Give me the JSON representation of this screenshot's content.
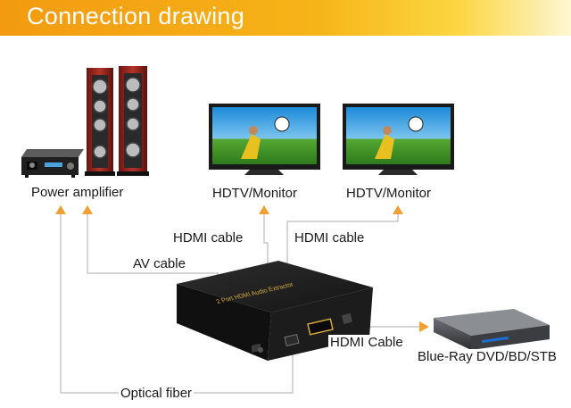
{
  "banner": {
    "title": "Connection drawing"
  },
  "devices": {
    "amplifier": "Power amplifier",
    "monitor_left": "HDTV/Monitor",
    "monitor_right": "HDTV/Monitor",
    "player": "Blue-Ray DVD/BD/STB",
    "extractor_caption": "2 Port HDMI Audio Extractor"
  },
  "cables": {
    "hdmi_left": "HDMI cable",
    "hdmi_right": "HDMI cable",
    "av": "AV cable",
    "hdmi_out": "HDMI Cable",
    "optical": "Optical fiber"
  },
  "colors": {
    "banner": "#f39a10",
    "arrow": "#f0a030",
    "line": "#c8c8c8",
    "box": "#1e1e1e"
  }
}
